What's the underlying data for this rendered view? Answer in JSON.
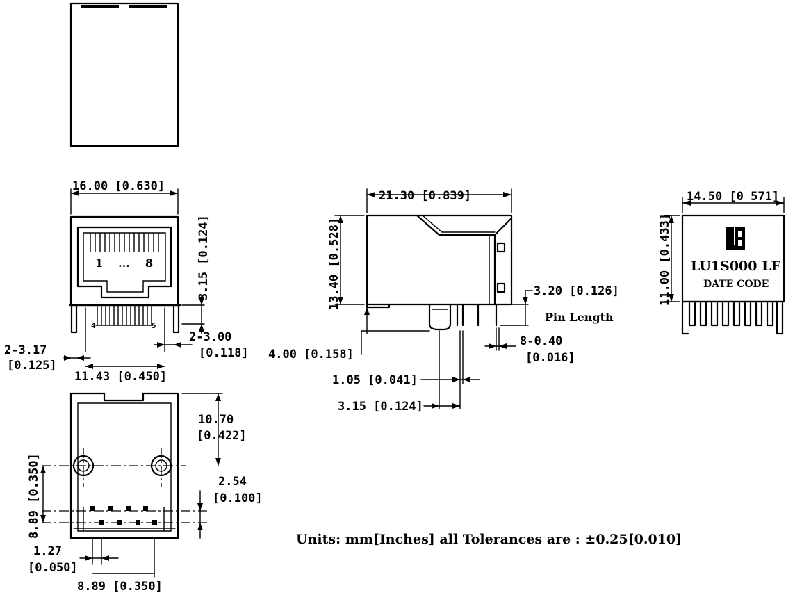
{
  "front_view": {
    "width_dim": "16.00 [0.630]",
    "height_dim": "3.15 [0.124]",
    "pin_label_1": "1",
    "pin_label_dots": "...",
    "pin_label_8": "8",
    "pin_label_4": "4",
    "pin_label_5": "5",
    "shield_tab_width_dim": "2-3.00",
    "shield_tab_width_in": "[0.118]",
    "shield_tab_thick_dim": "2-3.17",
    "shield_tab_thick_in": "[0.125]",
    "shield_span_dim": "11.43 [0.450]"
  },
  "bottom_view": {
    "depth_dim_mm": "10.70",
    "depth_dim_in": "[0.422]",
    "post_span_dim": "8.89 [0.350]",
    "row_pitch_mm": "2.54",
    "row_pitch_in": "[0.100]",
    "pin_pitch_mm": "1.27",
    "pin_pitch_in": "[0.050]",
    "pin_row_dim": "8.89 [0.350]"
  },
  "side_view": {
    "length_dim": "21.30 [0.839]",
    "height_dim": "13.40 [0.528]",
    "pin_length_dim": "3.20 [0.126]",
    "pin_length_label": "Pin Length",
    "post_length_dim": "4.00 [0.158]",
    "pin_dia_dim": "8-0.40",
    "pin_dia_in": "[0.016]",
    "post_offset_dim": "1.05 [0.041]",
    "post_dia_dim": "3.15 [0.124]"
  },
  "rear_view": {
    "width_dim": "14.50 [0 571]",
    "height_dim": "11.00 [0.433]",
    "part_number": "LU1S000 LF",
    "date_code": "DATE CODE",
    "logo_text": "LB"
  },
  "notes": {
    "units": "Units: mm[Inches]  all Tolerances are : ±0.25[0.010]"
  }
}
